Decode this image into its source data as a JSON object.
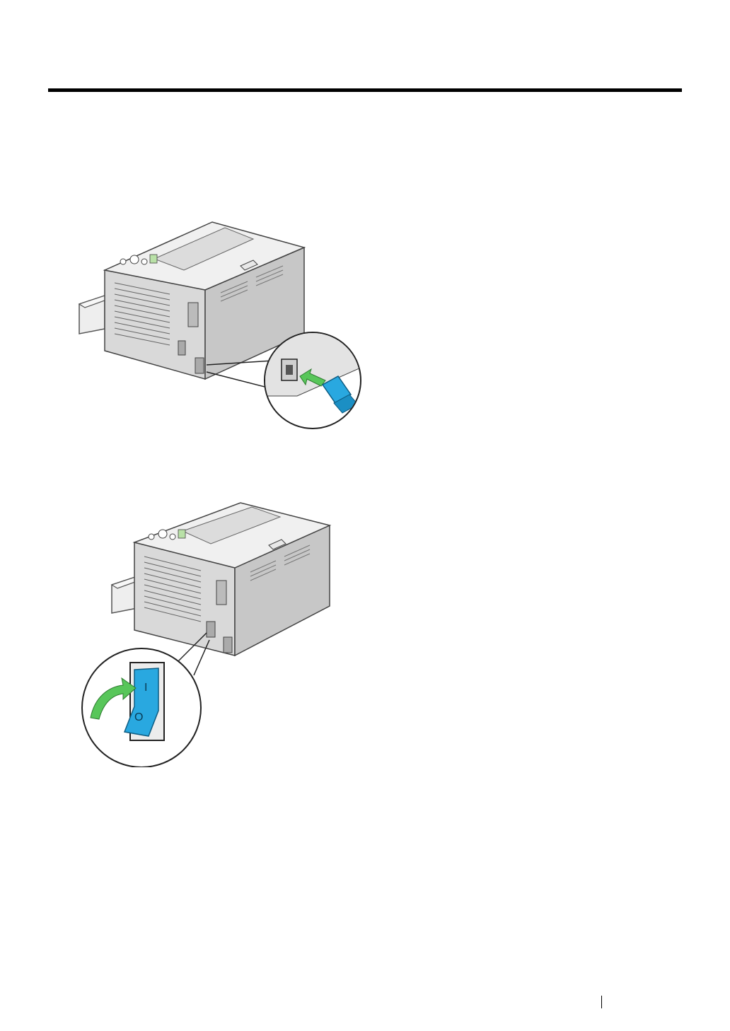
{
  "page": {
    "background": "#ffffff",
    "rule_color": "#000000"
  },
  "figures": [
    {
      "name": "power-cord-connection",
      "icon": "printer-rear-power-cord-icon",
      "accent": "#29a8e0",
      "arrow": "#58c65a"
    },
    {
      "name": "power-switch-on",
      "icon": "printer-rear-power-switch-icon",
      "accent": "#29a8e0",
      "arrow": "#58c65a"
    }
  ],
  "switch_labels": {
    "on": "I",
    "off": "O"
  }
}
